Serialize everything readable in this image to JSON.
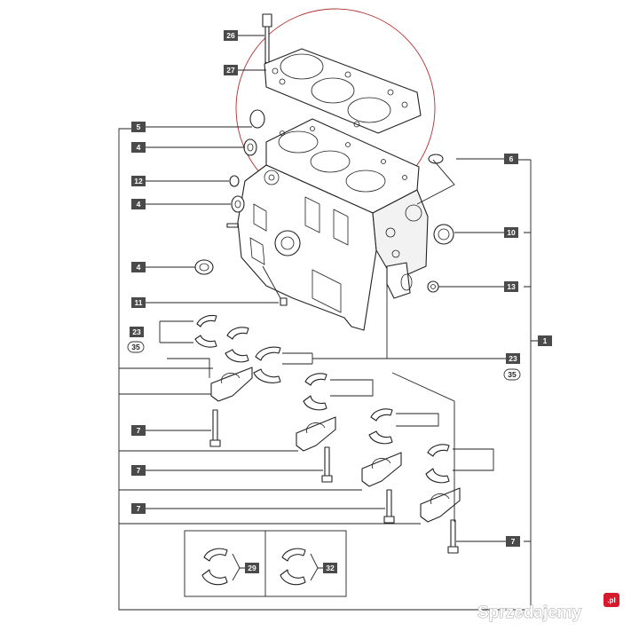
{
  "callouts": {
    "c26": "26",
    "c27": "27",
    "c5": "5",
    "c4a": "4",
    "c6": "6",
    "c12": "12",
    "c4b": "4",
    "c10": "10",
    "c4c": "4",
    "c13": "13",
    "c11": "11",
    "c23a": "23",
    "c35a": "35",
    "c1": "1",
    "c23b": "23",
    "c35b": "35",
    "c7a": "7",
    "c7b": "7",
    "c7c": "7",
    "c7d": "7",
    "c29": "29",
    "c32": "32"
  },
  "watermark": {
    "text": "Sprzedajemy",
    "badge": ".pl"
  },
  "colors": {
    "callout_fill": "#4a4a4a",
    "highlight_circle": "#b03030",
    "watermark_badge": "#d51a2c"
  }
}
